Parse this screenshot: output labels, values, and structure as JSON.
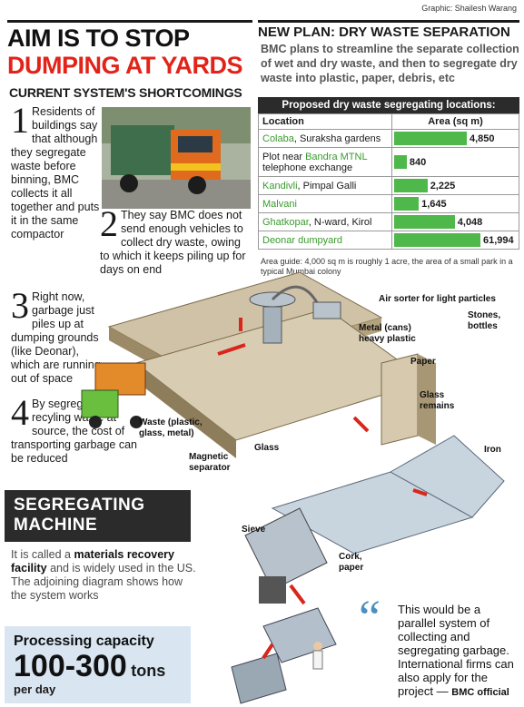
{
  "credit": "Graphic: Shailesh Warang",
  "headline": {
    "line1": "AIM IS TO STOP",
    "line2": "DUMPING AT YARDS"
  },
  "shortcomings": {
    "title": "CURRENT SYSTEM'S SHORTCOMINGS",
    "points": [
      {
        "num": "1",
        "text": "Residents of buildings say that although they segregate waste before binning, BMC collects it all together and puts it in the same compactor"
      },
      {
        "num": "2",
        "text": "They say BMC does not send enough vehicles to collect dry waste, owing to which it keeps piling up for days on end"
      },
      {
        "num": "3",
        "text": "Right now, garbage just piles up at dumping grounds (like Deonar), which are running out of space"
      },
      {
        "num": "4",
        "text": "By segregating recyling waste at source, the cost of transporting garbage can be reduced"
      }
    ]
  },
  "machine": {
    "title_line1": "SEGREGATING",
    "title_line2": "MACHINE",
    "text_pre": "It is called a ",
    "text_bold": "materials recovery facility",
    "text_post": " and is widely used in the US. The adjoining diagram shows how the system works"
  },
  "capacity": {
    "label": "Processing capacity",
    "value": "100-300",
    "unit": "tons",
    "sub": "per day"
  },
  "plan": {
    "title": "NEW PLAN: DRY WASTE SEPARATION",
    "intro": "BMC plans to streamline the separate collection of wet and dry waste, and then to segregate dry waste into plastic, paper, debris, etc"
  },
  "table": {
    "title": "Proposed dry waste segregating locations:",
    "col_location": "Location",
    "col_area": "Area (sq m)",
    "rows": [
      {
        "hl": "Colaba",
        "rest": ", Suraksha gardens",
        "value": 4850,
        "label": "4,850"
      },
      {
        "hl": "",
        "rest": "Plot near ",
        "hl2": "Bandra MTNL",
        "rest2": " telephone exchange",
        "value": 840,
        "label": "840"
      },
      {
        "hl": "Kandivli",
        "rest": ", Pimpal Galli",
        "value": 2225,
        "label": "2,225"
      },
      {
        "hl": "Malvani",
        "rest": "",
        "value": 1645,
        "label": "1,645"
      },
      {
        "hl": "Ghatkopar",
        "rest": ", N-ward, Kirol",
        "value": 4048,
        "label": "4,048"
      },
      {
        "hl": "Deonar dumpyard",
        "rest": "",
        "value": 61994,
        "label": "61,994"
      }
    ],
    "guide": "Area guide: 4,000 sq m is roughly 1 acre, the area of a small park in a typical Mumbai colony"
  },
  "diagram_labels": {
    "air_sorter": "Air sorter for light particles",
    "stones": "Stones, bottles",
    "metal": "Metal (cans) heavy plastic",
    "paper": "Paper",
    "glass_remains": "Glass remains",
    "waste": "Waste (plastic, glass, metal)",
    "glass": "Glass",
    "magnetic": "Magnetic separator",
    "iron": "Iron",
    "sieve": "Sieve",
    "cork": "Cork, paper"
  },
  "quote": {
    "mark": "“",
    "text": "This would be a parallel system of collecting and segregating garbage. International firms can also apply for the project — ",
    "by": "BMC official"
  }
}
